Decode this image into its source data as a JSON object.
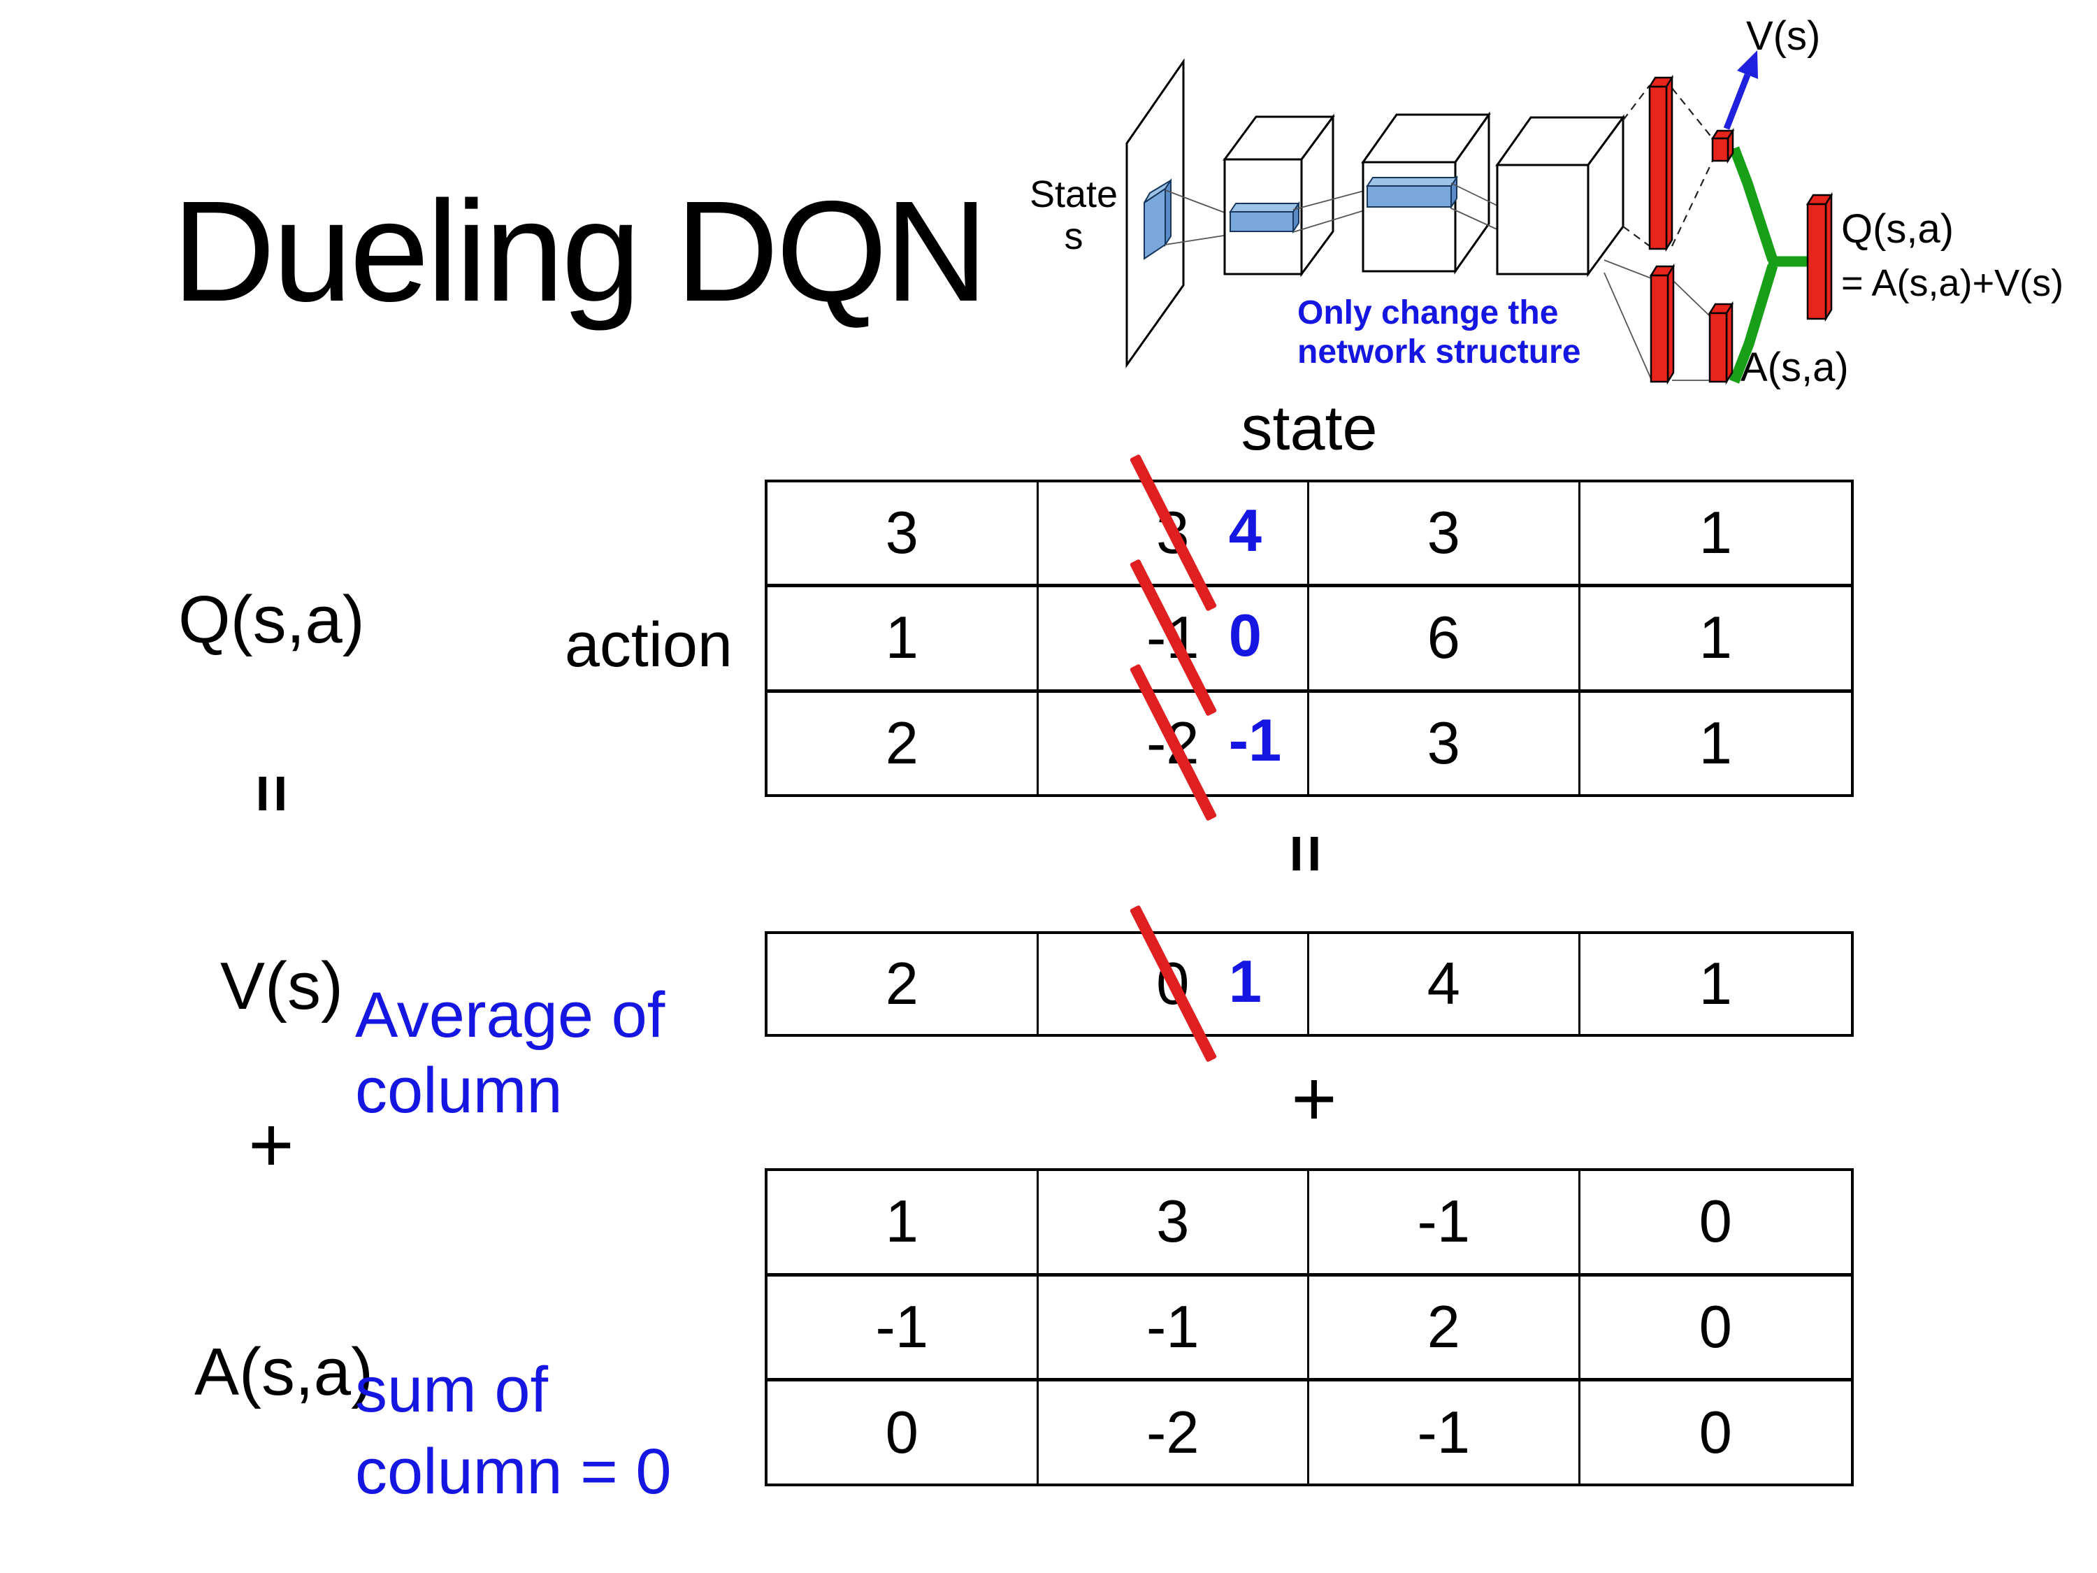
{
  "title": "Dueling DQN",
  "colors": {
    "accent_blue": "#1616E2",
    "strike_red": "#E02020",
    "bar_red": "#E8251C",
    "link_green": "#17A017",
    "arrow_blue": "#2020DF",
    "slab_blue": "#7AA7DC"
  },
  "diagram": {
    "state_line1": "State",
    "state_line2": "s",
    "note_line1": "Only change the",
    "note_line2": "network structure",
    "v_out": "V(s)",
    "q_out": "Q(s,a)",
    "q_formula": "= A(s,a)+V(s)",
    "a_out": "A(s,a)"
  },
  "equation": {
    "q_label": "Q(s,a)",
    "action_label": "action",
    "state_label": "state",
    "equals": "=",
    "v_label": "V(s)",
    "plus": "+",
    "a_label": "A(s,a)",
    "avg_note_line1": "Average of",
    "avg_note_line2": "column",
    "sum_note_line1": "sum of",
    "sum_note_line2": "column = 0"
  },
  "q_table": {
    "rows": [
      [
        {
          "v": "3"
        },
        {
          "v": "3",
          "corrected": "4"
        },
        {
          "v": "3"
        },
        {
          "v": "1"
        }
      ],
      [
        {
          "v": "1"
        },
        {
          "v": "-1",
          "corrected": "0"
        },
        {
          "v": "6"
        },
        {
          "v": "1"
        }
      ],
      [
        {
          "v": "2"
        },
        {
          "v": "-2",
          "corrected": "-1"
        },
        {
          "v": "3"
        },
        {
          "v": "1"
        }
      ]
    ]
  },
  "v_table": {
    "rows": [
      [
        {
          "v": "2"
        },
        {
          "v": "0",
          "corrected": "1"
        },
        {
          "v": "4"
        },
        {
          "v": "1"
        }
      ]
    ]
  },
  "a_table": {
    "rows": [
      [
        {
          "v": "1"
        },
        {
          "v": "3"
        },
        {
          "v": "-1"
        },
        {
          "v": "0"
        }
      ],
      [
        {
          "v": "-1"
        },
        {
          "v": "-1"
        },
        {
          "v": "2"
        },
        {
          "v": "0"
        }
      ],
      [
        {
          "v": "0"
        },
        {
          "v": "-2"
        },
        {
          "v": "-1"
        },
        {
          "v": "0"
        }
      ]
    ]
  }
}
